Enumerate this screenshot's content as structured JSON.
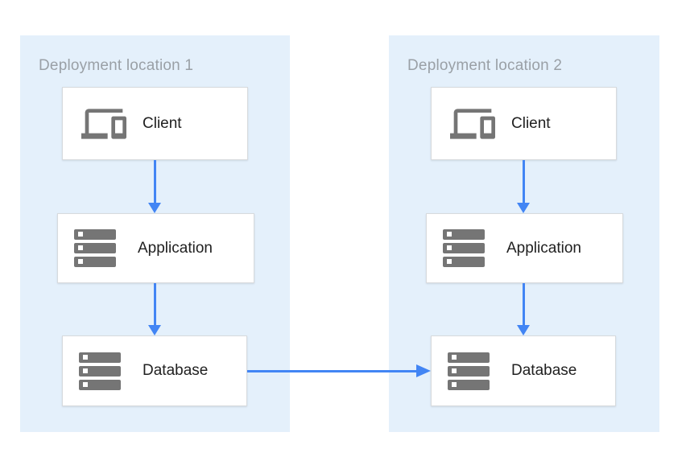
{
  "diagram": {
    "type": "architecture-diagram",
    "locations": [
      {
        "title": "Deployment location 1",
        "nodes": [
          {
            "label": "Client",
            "icon": "devices-icon"
          },
          {
            "label": "Application",
            "icon": "server-stack-icon"
          },
          {
            "label": "Database",
            "icon": "server-stack-icon"
          }
        ]
      },
      {
        "title": "Deployment location 2",
        "nodes": [
          {
            "label": "Client",
            "icon": "devices-icon"
          },
          {
            "label": "Application",
            "icon": "server-stack-icon"
          },
          {
            "label": "Database",
            "icon": "server-stack-icon"
          }
        ]
      }
    ],
    "connections": [
      {
        "from": "location-1-client",
        "to": "location-1-application",
        "direction": "down"
      },
      {
        "from": "location-1-application",
        "to": "location-1-database",
        "direction": "down"
      },
      {
        "from": "location-2-client",
        "to": "location-2-application",
        "direction": "down"
      },
      {
        "from": "location-2-application",
        "to": "location-2-database",
        "direction": "down"
      },
      {
        "from": "location-1-database",
        "to": "location-2-database",
        "direction": "right"
      }
    ],
    "colors": {
      "panel_background": "#E4F0FB",
      "arrow_blue": "#4285F4",
      "icon_gray": "#757575",
      "title_gray": "#9AA0A6",
      "node_background": "#FFFFFF",
      "node_border": "#D7DADD",
      "label_text": "#212121",
      "page_background": "#FFFFFF"
    }
  }
}
